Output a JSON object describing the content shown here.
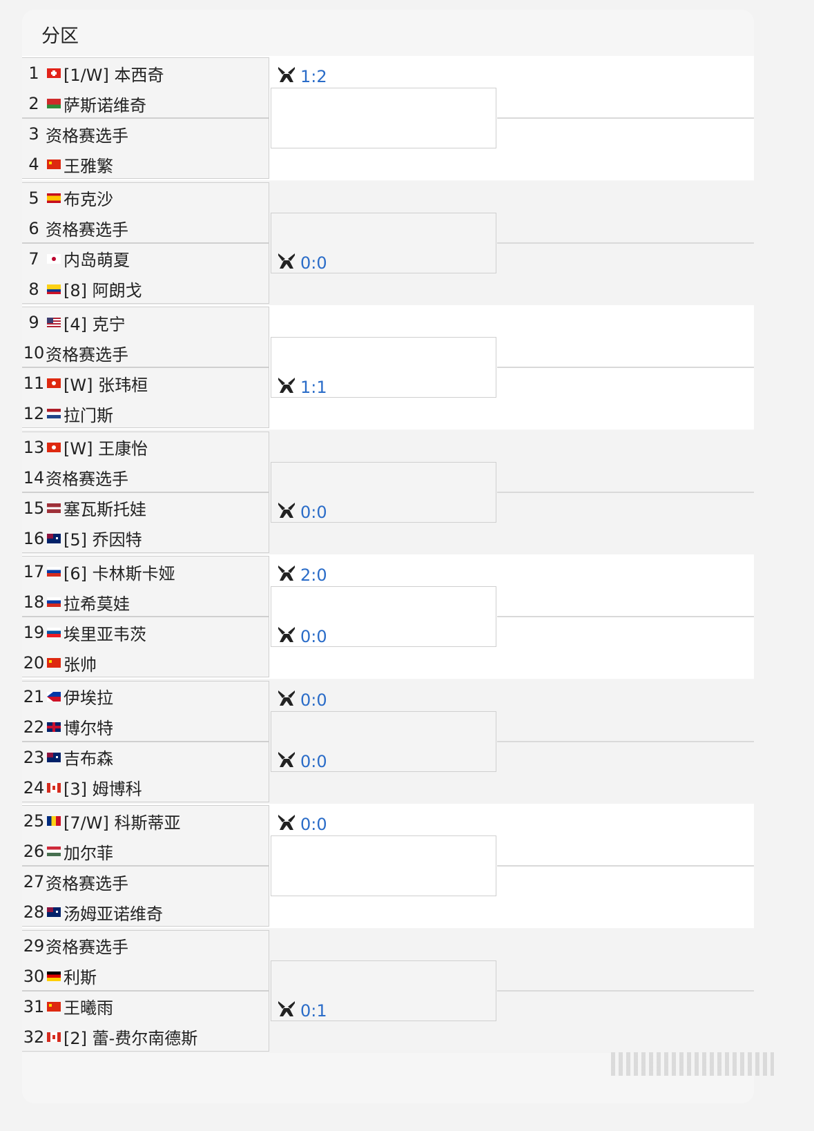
{
  "header": {
    "title": "分区"
  },
  "players": [
    {
      "num": "1",
      "name": "[1/W] 本西奇",
      "flag": "SUI"
    },
    {
      "num": "2",
      "name": "萨斯诺维奇",
      "flag": "BLR"
    },
    {
      "num": "3",
      "name": "资格赛选手",
      "flag": ""
    },
    {
      "num": "4",
      "name": "王雅繁",
      "flag": "CHN"
    },
    {
      "num": "5",
      "name": "布克沙",
      "flag": "ESP"
    },
    {
      "num": "6",
      "name": "资格赛选手",
      "flag": ""
    },
    {
      "num": "7",
      "name": "内岛萌夏",
      "flag": "JPN"
    },
    {
      "num": "8",
      "name": "[8] 阿朗戈",
      "flag": "COL"
    },
    {
      "num": "9",
      "name": "[4] 克宁",
      "flag": "USA"
    },
    {
      "num": "10",
      "name": "资格赛选手",
      "flag": ""
    },
    {
      "num": "11",
      "name": "[W] 张玮桓",
      "flag": "HKG"
    },
    {
      "num": "12",
      "name": "拉门斯",
      "flag": "NED"
    },
    {
      "num": "13",
      "name": "[W] 王康怡",
      "flag": "HKG"
    },
    {
      "num": "14",
      "name": "资格赛选手",
      "flag": ""
    },
    {
      "num": "15",
      "name": "塞瓦斯托娃",
      "flag": "LAT"
    },
    {
      "num": "16",
      "name": "[5] 乔因特",
      "flag": "AUS"
    },
    {
      "num": "17",
      "name": "[6] 卡林斯卡娅",
      "flag": "RUS"
    },
    {
      "num": "18",
      "name": "拉希莫娃",
      "flag": "RUS"
    },
    {
      "num": "19",
      "name": "埃里亚韦茨",
      "flag": "SLO"
    },
    {
      "num": "20",
      "name": "张帅",
      "flag": "CHN"
    },
    {
      "num": "21",
      "name": "伊埃拉",
      "flag": "PHI"
    },
    {
      "num": "22",
      "name": "博尔特",
      "flag": "GBR"
    },
    {
      "num": "23",
      "name": "吉布森",
      "flag": "AUS"
    },
    {
      "num": "24",
      "name": "[3] 姆博科",
      "flag": "CAN"
    },
    {
      "num": "25",
      "name": "[7/W] 科斯蒂亚",
      "flag": "ROU"
    },
    {
      "num": "26",
      "name": "加尔菲",
      "flag": "HUN"
    },
    {
      "num": "27",
      "name": "资格赛选手",
      "flag": ""
    },
    {
      "num": "28",
      "name": "汤姆亚诺维奇",
      "flag": "AUS"
    },
    {
      "num": "29",
      "name": "资格赛选手",
      "flag": ""
    },
    {
      "num": "30",
      "name": "利斯",
      "flag": "GER"
    },
    {
      "num": "31",
      "name": "王曦雨",
      "flag": "CHN"
    },
    {
      "num": "32",
      "name": "[2] 蕾-费尔南德斯",
      "flag": "CAN"
    }
  ],
  "scores": [
    {
      "match": 1,
      "value": "1:2"
    },
    {
      "match": 4,
      "value": "0:0"
    },
    {
      "match": 6,
      "value": "1:1"
    },
    {
      "match": 8,
      "value": "0:0"
    },
    {
      "match": 9,
      "value": "2:0"
    },
    {
      "match": 10,
      "value": "0:0"
    },
    {
      "match": 11,
      "value": "0:0"
    },
    {
      "match": 12,
      "value": "0:0"
    },
    {
      "match": 13,
      "value": "0:0"
    },
    {
      "match": 16,
      "value": "0:1"
    }
  ],
  "colors": {
    "score_text": "#2a6cc8",
    "border": "#cfcfcf",
    "section_light": "#ffffff",
    "section_gray": "#f3f3f3"
  },
  "icons": {
    "score_icon": "vs-swords-icon"
  }
}
